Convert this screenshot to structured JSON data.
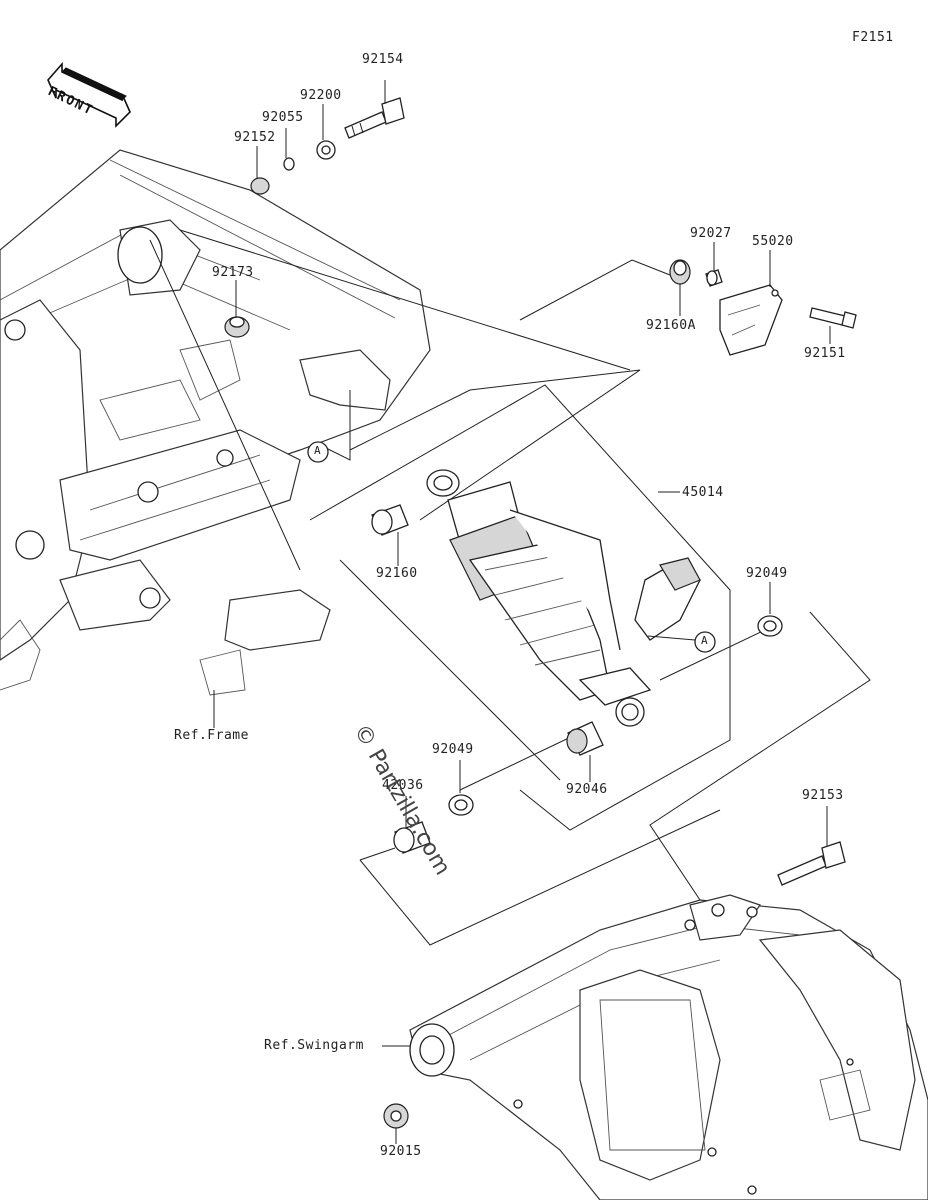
{
  "figure_code": "F2151",
  "front_badge": "FRONT",
  "watermark": "© Partzilla.com",
  "callout_marker": "A",
  "labels": {
    "p92154": "92154",
    "p92200": "92200",
    "p92055": "92055",
    "p92152": "92152",
    "p92173": "92173",
    "p92027": "92027",
    "p55020": "55020",
    "p92160A": "92160A",
    "p92151": "92151",
    "p45014": "45014",
    "p92160": "92160",
    "p92049_right": "92049",
    "p92049_left": "92049",
    "p92046": "92046",
    "p42036": "42036",
    "p92153": "92153",
    "p92015": "92015",
    "ref_frame": "Ref.Frame",
    "ref_swingarm": "Ref.Swingarm"
  }
}
